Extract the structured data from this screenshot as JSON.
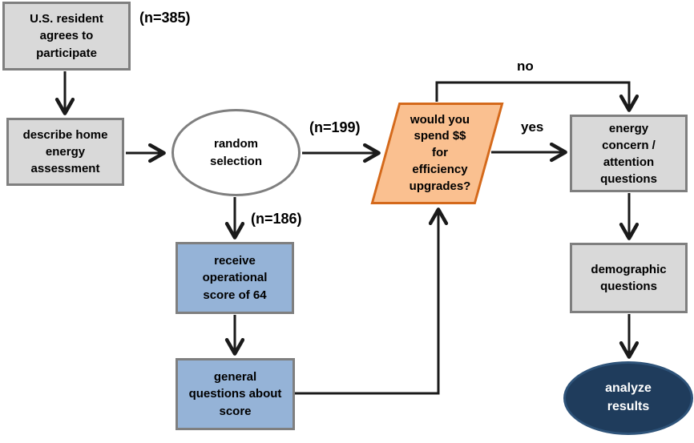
{
  "diagram": {
    "type": "flowchart",
    "nodes": {
      "participate": {
        "label": "U.S. resident\nagrees to\nparticipate",
        "shape": "rectangle",
        "color": "#D9D9D9"
      },
      "describe": {
        "label": "describe home\nenergy\nassessment",
        "shape": "rectangle",
        "color": "#D9D9D9"
      },
      "random": {
        "label": "random\nselection",
        "shape": "ellipse",
        "color": "#FFFFFF"
      },
      "spend": {
        "label": "would you\nspend $$\nfor\nefficiency\nupgrades?",
        "shape": "parallelogram",
        "color": "#FAC090"
      },
      "score": {
        "label": "receive\noperational\nscore of 64",
        "shape": "rectangle",
        "color": "#95B3D7"
      },
      "general": {
        "label": "general\nquestions about\nscore",
        "shape": "rectangle",
        "color": "#95B3D7"
      },
      "energy": {
        "label": "energy\nconcern /\nattention\nquestions",
        "shape": "rectangle",
        "color": "#D9D9D9"
      },
      "demographic": {
        "label": "demographic\nquestions",
        "shape": "rectangle",
        "color": "#D9D9D9"
      },
      "analyze": {
        "label": "analyze\nresults",
        "shape": "ellipse",
        "color": "#1F3C5C"
      }
    },
    "labels": {
      "n385": "(n=385)",
      "n199": "(n=199)",
      "n186": "(n=186)",
      "no": "no",
      "yes": "yes"
    },
    "edges": [
      "participate -> describe",
      "describe -> random",
      "random -> spend (n=199)",
      "random -> score (n=186)",
      "score -> general",
      "general -> spend",
      "spend -> energy (yes)",
      "spend -> energy (no)",
      "energy -> demographic",
      "demographic -> analyze"
    ],
    "colors": {
      "gray_fill": "#D9D9D9",
      "gray_border": "#7F7F7F",
      "blue_fill": "#95B3D7",
      "orange_fill": "#FAC090",
      "orange_border": "#D4691B",
      "navy_fill": "#1F3C5C",
      "navy_border": "#2E5379",
      "line": "#1A1A1A",
      "background": "#FFFFFF"
    }
  }
}
